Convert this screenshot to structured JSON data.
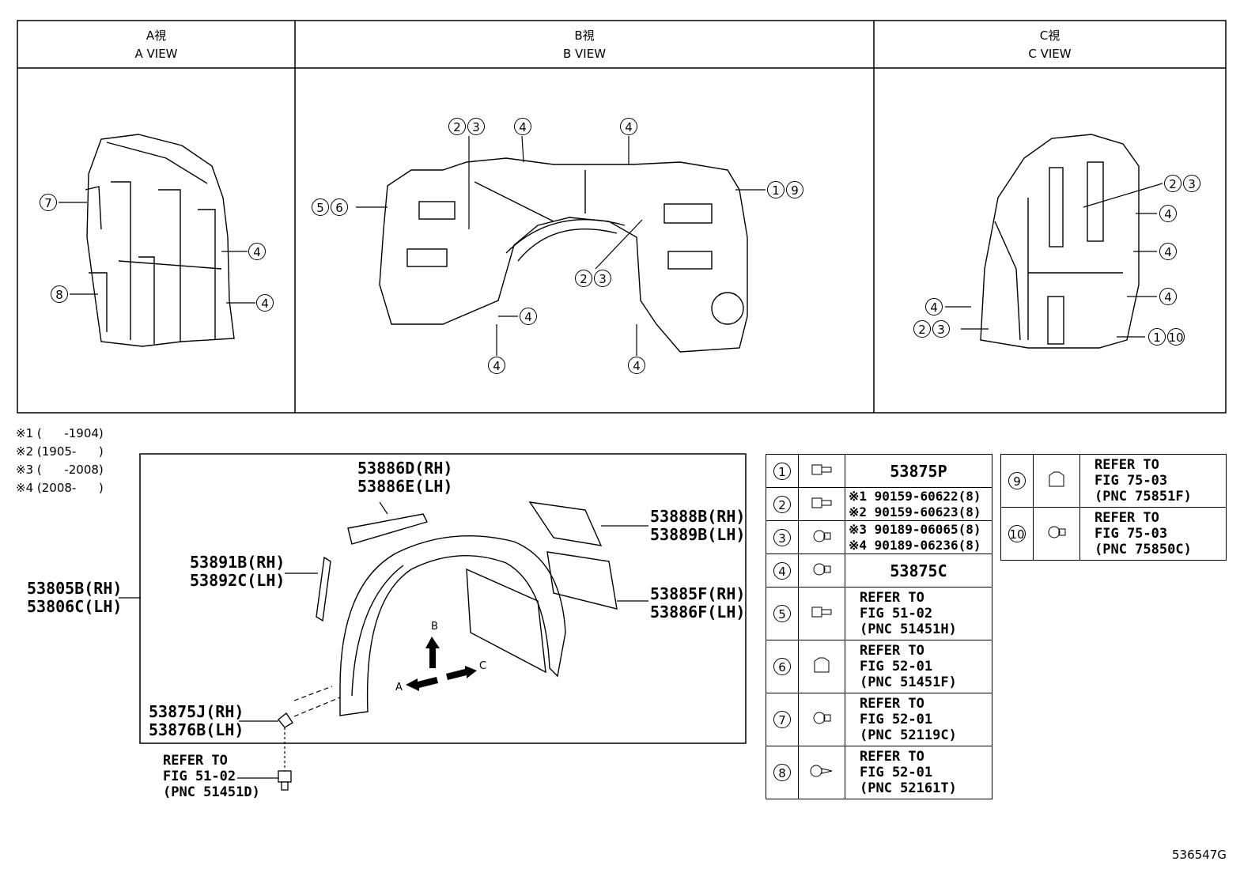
{
  "views": [
    {
      "jp": "A視",
      "en": "A VIEW"
    },
    {
      "jp": "B視",
      "en": "B VIEW"
    },
    {
      "jp": "C視",
      "en": "C VIEW"
    }
  ],
  "callouts": {
    "a7": [
      "7"
    ],
    "a8": [
      "8"
    ],
    "a4a": [
      "4"
    ],
    "a4b": [
      "4"
    ],
    "b23a": [
      "2",
      "3"
    ],
    "b4a": [
      "4"
    ],
    "b4b": [
      "4"
    ],
    "b19": [
      "1",
      "9"
    ],
    "b56": [
      "5",
      "6"
    ],
    "b23b": [
      "2",
      "3"
    ],
    "b4c": [
      "4"
    ],
    "b4d": [
      "4"
    ],
    "b4e": [
      "4"
    ],
    "c23a": [
      "2",
      "3"
    ],
    "c4a": [
      "4"
    ],
    "c4b": [
      "4"
    ],
    "c4c": [
      "4"
    ],
    "c4d": [
      "4"
    ],
    "c23b": [
      "2",
      "3"
    ],
    "c110": [
      "1",
      "10"
    ]
  },
  "notes": [
    "※1 (      -1904)",
    "※2 (1905-      )",
    "※3 (      -2008)",
    "※4 (2008-      )"
  ],
  "part_labels": {
    "p53886": [
      "53886D(RH)",
      "53886E(LH)"
    ],
    "p53888": [
      "53888B(RH)",
      "53889B(LH)"
    ],
    "p53891": [
      "53891B(RH)",
      "53892C(LH)"
    ],
    "p53805": [
      "53805B(RH)",
      "53806C(LH)"
    ],
    "p53885": [
      "53885F(RH)",
      "53886F(LH)"
    ],
    "p53875j": [
      "53875J(RH)",
      "53876B(LH)"
    ],
    "refer_bottom": [
      "REFER TO",
      "FIG 51-02",
      "(PNC 51451D)"
    ]
  },
  "arrows": {
    "a": "A",
    "b": "B",
    "c": "C"
  },
  "legend": [
    {
      "num": "1",
      "icon": "bolt-icon",
      "lines": [
        "53875P"
      ],
      "center": true
    },
    {
      "num": "2",
      "icon": "bolt-icon",
      "lines": [
        "※1 90159-60622(8)",
        "※2 90159-60623(8)"
      ]
    },
    {
      "num": "3",
      "icon": "clip-icon",
      "lines": [
        "※3 90189-06065(8)",
        "※4 90189-06236(8)"
      ]
    },
    {
      "num": "4",
      "icon": "clip-icon",
      "lines": [
        "53875C"
      ],
      "center": true
    },
    {
      "num": "5",
      "icon": "bolt-icon",
      "lines": [
        "REFER TO",
        "FIG 51-02",
        "(PNC 51451H)"
      ]
    },
    {
      "num": "6",
      "icon": "nut-clip-icon",
      "lines": [
        "REFER TO",
        "FIG 52-01",
        "(PNC 51451F)"
      ]
    },
    {
      "num": "7",
      "icon": "clip-icon",
      "lines": [
        "REFER TO",
        "FIG 52-01",
        "(PNC 52119C)"
      ]
    },
    {
      "num": "8",
      "icon": "screw-icon",
      "lines": [
        "REFER TO",
        "FIG 52-01",
        "(PNC 52161T)"
      ]
    }
  ],
  "legend2": [
    {
      "num": "9",
      "icon": "nut-clip-icon",
      "lines": [
        "REFER TO",
        "FIG 75-03",
        "(PNC 75851F)"
      ]
    },
    {
      "num": "10",
      "icon": "clip-icon",
      "lines": [
        "REFER TO",
        "FIG 75-03",
        "(PNC 75850C)"
      ]
    }
  ],
  "diagram_id": "536547G"
}
